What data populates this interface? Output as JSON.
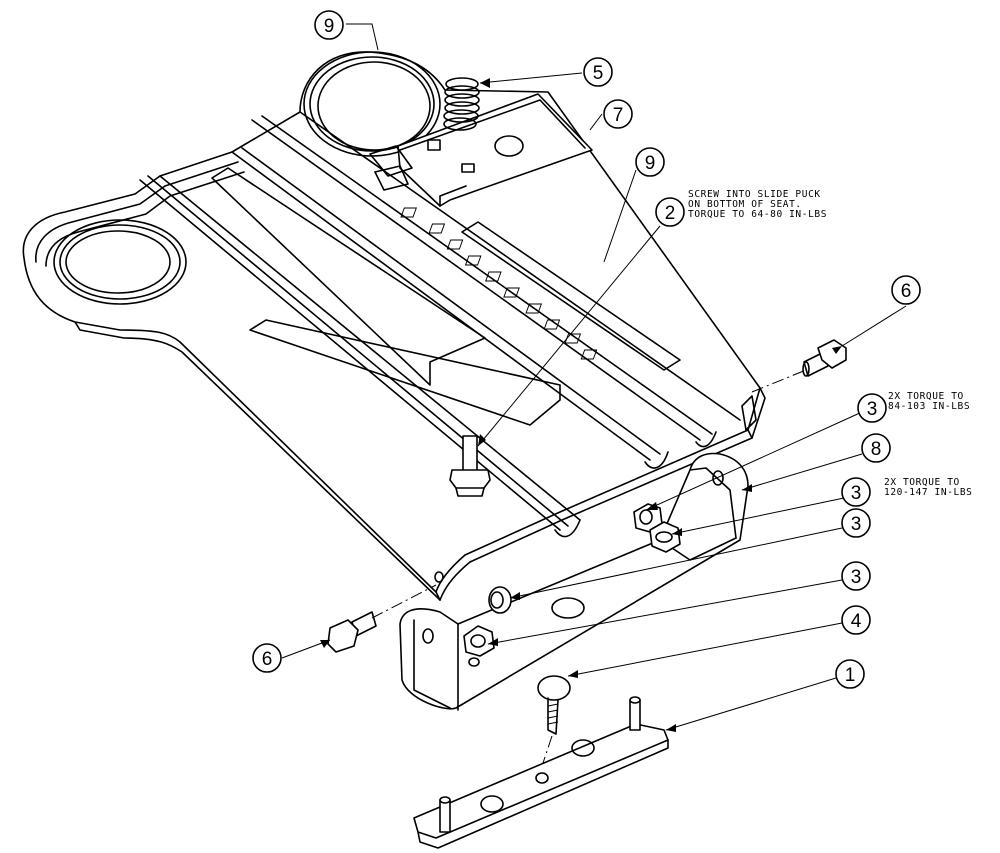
{
  "callouts": {
    "c1": "1",
    "c2": "2",
    "c3a": "3",
    "c3b": "3",
    "c3c": "3",
    "c3d": "3",
    "c4": "4",
    "c5": "5",
    "c6a": "6",
    "c6b": "6",
    "c7": "7",
    "c8": "8",
    "c9a": "9",
    "c9b": "9"
  },
  "notes": {
    "slide_puck": [
      "SCREW INTO SLIDE PUCK",
      "ON BOTTOM OF SEAT.",
      "TORQUE TO 64-80 IN-LBS"
    ],
    "torque_84": [
      "2X TORQUE TO",
      "84-103 IN-LBS"
    ],
    "torque_120": [
      "2X TORQUE TO",
      "120-147 IN-LBS"
    ]
  }
}
